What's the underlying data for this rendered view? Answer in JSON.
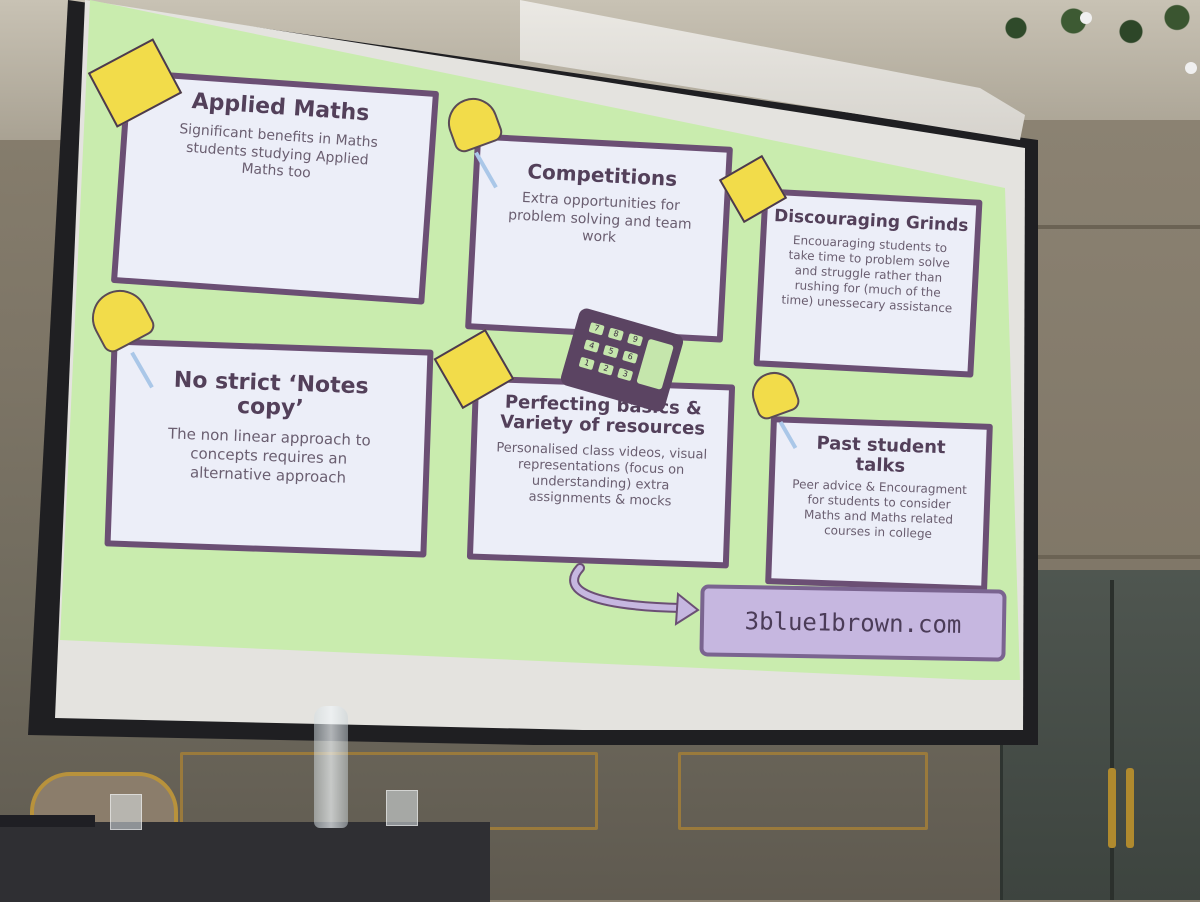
{
  "slide": {
    "cards": [
      {
        "title": "Applied Maths",
        "body": "Significant benefits in Maths students studying Applied Maths too"
      },
      {
        "title": "Competitions",
        "body": "Extra opportunities for problem solving and team work"
      },
      {
        "title": "Discouraging Grinds",
        "body": "Encouaraging students to take time to problem solve and struggle rather than rushing for (much of the time) unessecary assistance"
      },
      {
        "title": "No strict ‘Notes copy’",
        "body": "The non linear approach to concepts requires an alternative approach"
      },
      {
        "title": "Perfecting basics & Variety of resources",
        "body": "Personalised class videos, visual representations (focus on understanding) extra assignments & mocks"
      },
      {
        "title": "Past student talks",
        "body": "Peer advice & Encouragment for students to consider Maths and Maths related courses in college"
      }
    ],
    "link": "3blue1brown.com",
    "calculator_keys": [
      "7",
      "8",
      "9",
      "4",
      "5",
      "6",
      "1",
      "2",
      "3"
    ]
  },
  "colors": {
    "slide_background": "#c9ecae",
    "card_border": "#6b4f74",
    "clip_yellow": "#f2dc4a",
    "link_box": "#c6b7e0"
  },
  "icons": [
    "binder-clip-icon",
    "push-pin-icon",
    "calculator-icon",
    "curved-arrow-icon"
  ]
}
